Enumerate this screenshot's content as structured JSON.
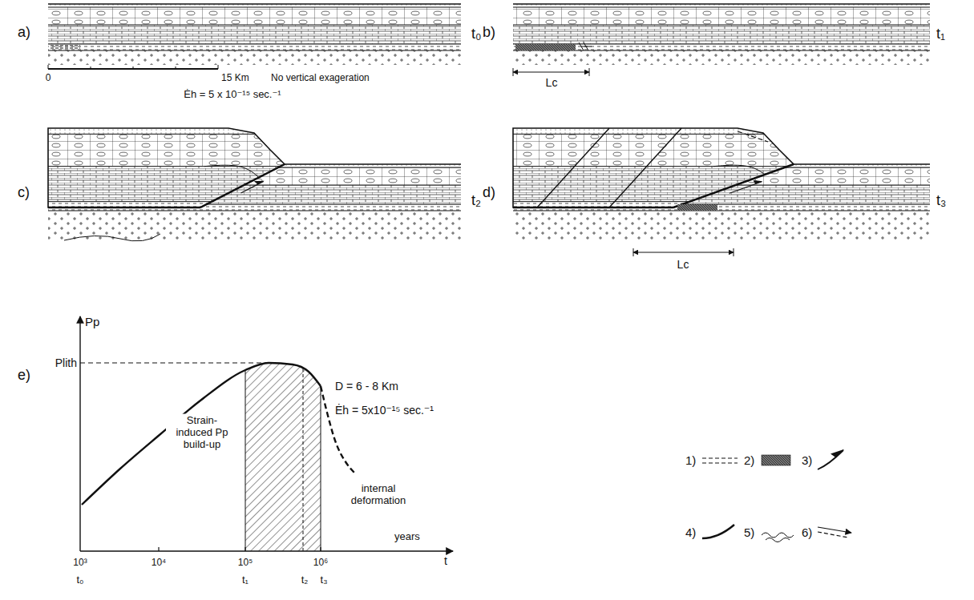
{
  "diagram": {
    "labels": [
      "a)",
      "t₀",
      "0",
      "15 Km",
      "No vertical exageration",
      "Ėh = 5 x 10⁻¹⁵ sec.⁻¹",
      "b)",
      "t₁",
      "Lc",
      "c)",
      "t₂",
      "d)",
      "t₃",
      "Lc",
      "e)",
      "Pp",
      "Plith",
      "Strain- induced Pp build-up",
      "D = 6 - 8 Km",
      "Ėh = 5x10⁻¹⁵ sec.⁻¹",
      "internal deformation",
      "years",
      "t",
      "10³",
      "10⁴",
      "10⁵",
      "10⁶",
      "t₀",
      "t₁",
      "t₂",
      "t₃"
    ],
    "legend": [
      {
        "text": "1)"
      },
      {
        "text": "2)"
      },
      {
        "text": "3)"
      },
      {
        "text": "4)"
      },
      {
        "text": "5)"
      },
      {
        "text": "6)"
      }
    ]
  }
}
